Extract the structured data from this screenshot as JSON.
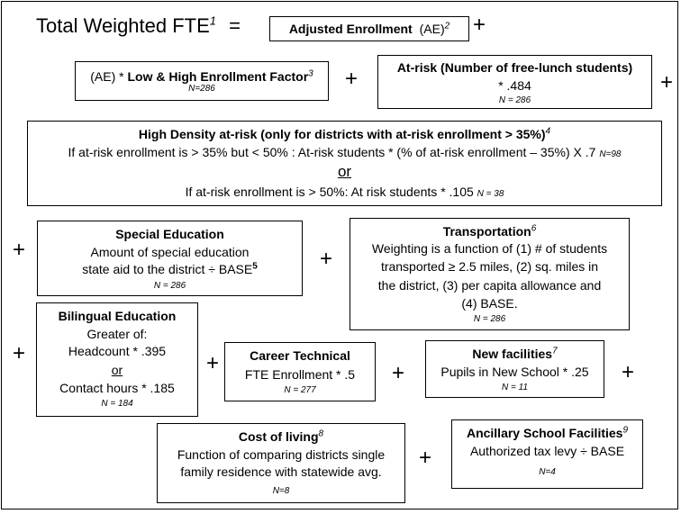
{
  "title": "Total Weighted FTE",
  "title_sup": "1",
  "equals": "=",
  "plus": "+",
  "adjusted_enrollment": {
    "label": "Adjusted Enrollment",
    "abbr": "(AE)",
    "sup": "2"
  },
  "low_high": {
    "prefix": "(AE) * ",
    "label": "Low & High Enrollment Factor",
    "sup": "3",
    "n": "N=286"
  },
  "at_risk": {
    "title": "At-risk (Number of free-lunch students)",
    "formula": "* .484",
    "n": "N = 286"
  },
  "high_density": {
    "title": "High Density at-risk (only for districts with at-risk enrollment > 35%)",
    "sup": "4",
    "line1": "If at-risk enrollment is > 35% but < 50% : At-risk students * (% of at-risk enrollment – 35%) X .7",
    "line1_n": "N=98",
    "or": "or",
    "line2": "If at-risk enrollment is > 50%: At risk students *  .105",
    "line2_n": "N = 38"
  },
  "special_education": {
    "title": "Special Education",
    "line1": "Amount of special education",
    "line2": "state aid to the district ÷ BASE",
    "sup": "5",
    "n": "N = 286"
  },
  "transportation": {
    "title": "Transportation",
    "sup": "6",
    "lines": [
      "Weighting is a function of (1) # of students",
      "transported  ≥ 2.5 miles, (2) sq. miles in",
      "the district, (3) per capita allowance and",
      "(4) BASE."
    ],
    "n": "N = 286"
  },
  "bilingual": {
    "title": "Bilingual Education",
    "line1": "Greater of:",
    "line2": "Headcount * .395",
    "or": "or",
    "line3": "Contact hours * .185",
    "n": "N = 184"
  },
  "career_technical": {
    "title": "Career Technical",
    "formula": "FTE Enrollment * .5",
    "n": "N =  277"
  },
  "new_facilities": {
    "title": "New facilities",
    "sup": "7",
    "formula": "Pupils in New School * .25",
    "n": "N = 11"
  },
  "cost_of_living": {
    "title": "Cost of living",
    "sup": "8",
    "line1": "Function of comparing districts single",
    "line2": "family residence with statewide avg.",
    "n": "N=8"
  },
  "ancillary": {
    "title": "Ancillary School Facilities",
    "sup": "9",
    "formula": "Authorized tax levy ÷ BASE",
    "n": "N=4"
  }
}
